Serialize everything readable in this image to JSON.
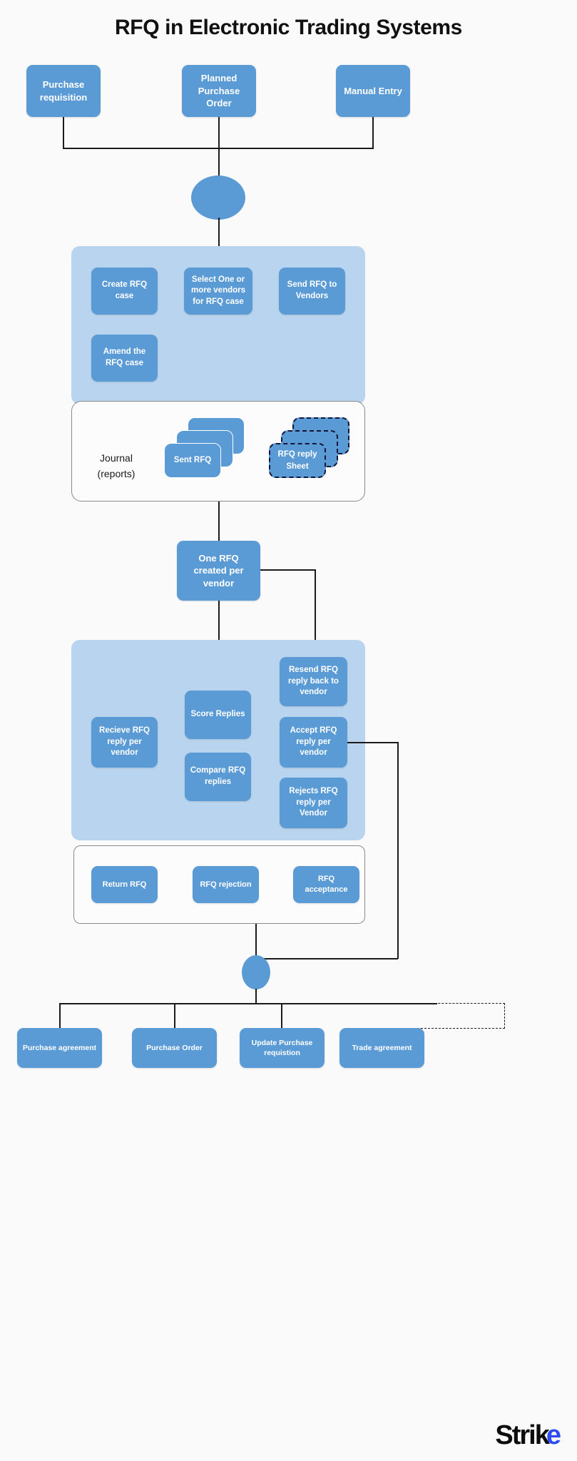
{
  "title": "RFQ in Electronic Trading Systems",
  "brand": {
    "part1": "Stri",
    "part2": "k",
    "part3": "e"
  },
  "sources": [
    {
      "label": "Purchase requisition"
    },
    {
      "label": "Planned Purchase Order"
    },
    {
      "label": "Manual Entry"
    }
  ],
  "rfq_case_group": {
    "items": [
      {
        "label": "Create RFQ case"
      },
      {
        "label": "Select One or more vendors for RFQ case"
      },
      {
        "label": "Send RFQ to Vendors"
      },
      {
        "label": "Amend the RFQ case"
      }
    ]
  },
  "journal": {
    "label_line1": "Journal",
    "label_line2": "(reports)",
    "sent_rfq": "Sent RFQ",
    "rfq_reply_sheet": "RFQ reply Sheet"
  },
  "per_vendor": {
    "label": "One RFQ created per vendor"
  },
  "reply_group": {
    "items": [
      {
        "label": "Recieve RFQ reply per vendor"
      },
      {
        "label": "Score Replies"
      },
      {
        "label": "Compare RFQ replies"
      },
      {
        "label": "Resend RFQ reply back to vendor"
      },
      {
        "label": "Accept RFQ reply per vendor"
      },
      {
        "label": "Rejects RFQ reply per Vendor"
      }
    ]
  },
  "outcomes_group": {
    "items": [
      {
        "label": "Return RFQ"
      },
      {
        "label": "RFQ rejection"
      },
      {
        "label": "RFQ acceptance"
      }
    ]
  },
  "final_group": {
    "items": [
      {
        "label": "Purchase agreement"
      },
      {
        "label": "Purchase Order"
      },
      {
        "label": "Update Purchase requistion"
      },
      {
        "label": "Trade agreement"
      }
    ]
  },
  "colors": {
    "node": "#5b9bd5",
    "panel": "#b9d4ee",
    "line": "#1b1b1b",
    "accent": "#2b4cf0",
    "background": "#fafafa"
  }
}
